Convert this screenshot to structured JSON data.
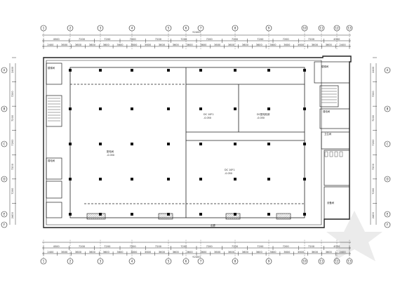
{
  "drawing": {
    "overall_dimension": "92400",
    "top_dims_outer": [
      "4500",
      "7200",
      "7200",
      "7200",
      "7200",
      "7200",
      "7200",
      "7200",
      "7200",
      "7200",
      "7200",
      "4500"
    ],
    "top_dims_inner": [
      "2400",
      "3600",
      "3600",
      "3600",
      "3600",
      "3600",
      "3600",
      "3600",
      "3600",
      "3600",
      "3600",
      "3600",
      "3600",
      "3600",
      "3600",
      "3600",
      "3600",
      "3600",
      "3600",
      "3600",
      "3600",
      "2400"
    ],
    "bottom_dims_outer": [
      "4500",
      "7200",
      "7200",
      "7200",
      "7200",
      "7200",
      "7200",
      "7200",
      "7200",
      "7200",
      "7200",
      "4500"
    ],
    "bottom_dims_inner": [
      "2400",
      "3600",
      "3600",
      "3600",
      "3600",
      "3600",
      "3600",
      "3600",
      "3600",
      "3600",
      "3600",
      "3600",
      "3600",
      "3600",
      "3600",
      "3600",
      "3600",
      "3600",
      "3600",
      "3600",
      "3600",
      "2400"
    ],
    "left_dims": [
      "2400",
      "7200",
      "7200",
      "7200",
      "7200",
      "7200",
      "2400"
    ],
    "right_dims": [
      "2400",
      "7200",
      "7200",
      "7200",
      "7200",
      "7200",
      "2400"
    ],
    "col_axes": [
      "1",
      "2",
      "3",
      "4",
      "5",
      "6",
      "7",
      "8",
      "9",
      "10",
      "11",
      "12",
      "13"
    ],
    "row_axes": [
      "A",
      "B",
      "C",
      "D",
      "E",
      "F"
    ],
    "rooms": {
      "main_hall": "配电间",
      "main_elev": "-0.050",
      "dc_top": "DC  10F1",
      "dc_top_elev": "-0.050",
      "dc_right": "DC配电机房",
      "dc_right_elev": "-0.050",
      "dc_bottom": "DC  10F1",
      "dc_bottom_elev": "-0.050",
      "corridor": "走廊",
      "left_stair": "楼梯间",
      "left_room": "弱电间",
      "right_stair": "楼梯间",
      "right_room1": "强电间",
      "right_room2": "卫生间",
      "right_room3": "设备间"
    }
  }
}
